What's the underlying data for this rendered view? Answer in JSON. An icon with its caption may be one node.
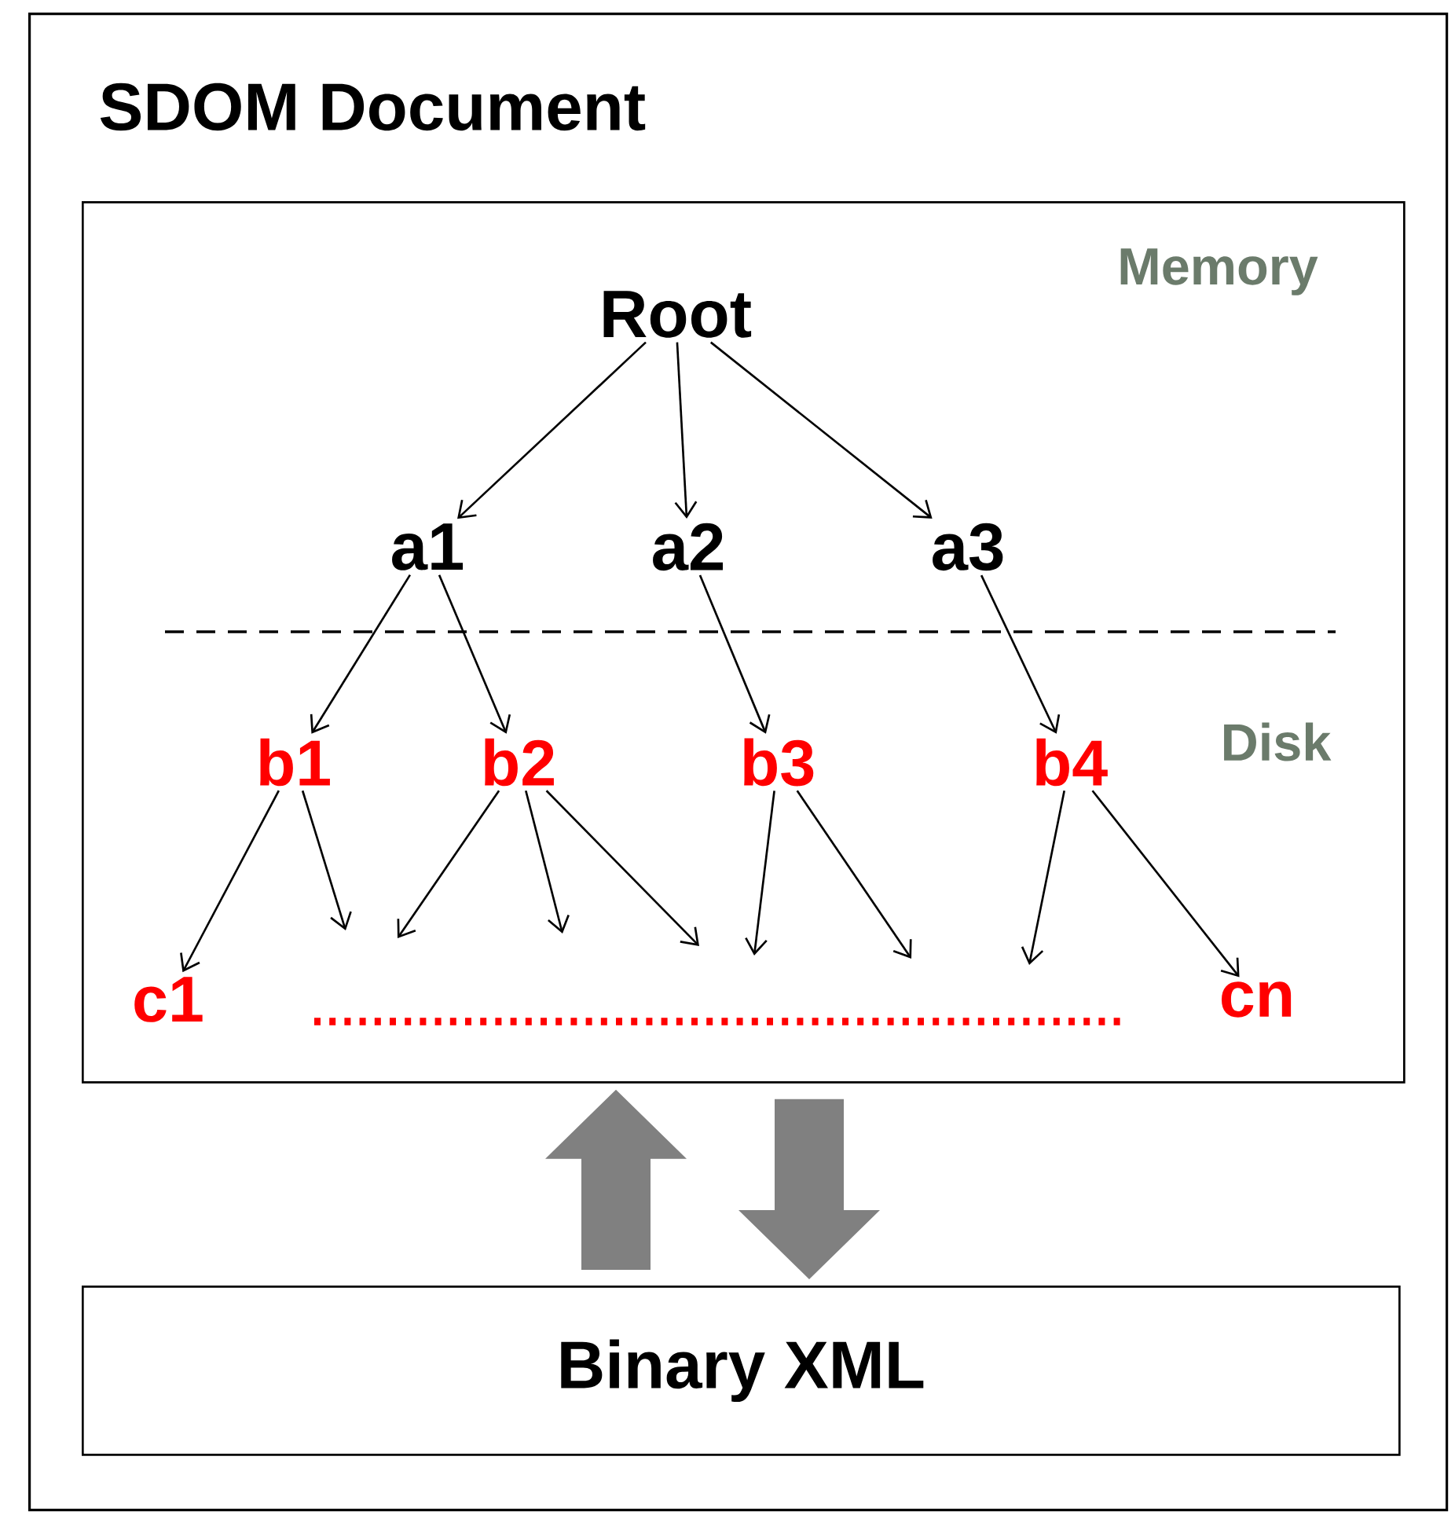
{
  "diagram": {
    "nodes": [
      {
        "text": [
          "SDOM Document"
        ]
      },
      {
        "text": [
          "Memory",
          "Disk"
        ],
        "in": 0
      },
      {
        "text": [
          "Root"
        ],
        "in": 1
      },
      {
        "text": [
          "a1"
        ],
        "in": 1
      },
      {
        "text": [
          "a2"
        ],
        "in": 1
      },
      {
        "text": [
          "a3"
        ],
        "in": 1
      },
      {
        "text": [
          "b1"
        ],
        "in": 1
      },
      {
        "text": [
          "b2"
        ],
        "in": 1
      },
      {
        "text": [
          "b3"
        ],
        "in": 1
      },
      {
        "text": [
          "b4"
        ],
        "in": 1
      },
      {
        "text": [
          "c1"
        ],
        "in": 1
      },
      {
        "text": [
          "cn"
        ],
        "in": 1
      },
      {
        "text": [
          "Binary XML"
        ],
        "in": 0
      }
    ],
    "edges": [
      {
        "from": 2,
        "to": 3,
        "arrow": "to"
      },
      {
        "from": 2,
        "to": 4,
        "arrow": "to"
      },
      {
        "from": 2,
        "to": 5,
        "arrow": "to"
      },
      {
        "from": 3,
        "to": 6,
        "arrow": "to"
      },
      {
        "from": 3,
        "to": 7,
        "arrow": "to"
      },
      {
        "from": 4,
        "to": 8,
        "arrow": "to"
      },
      {
        "from": 5,
        "to": 9,
        "arrow": "to"
      },
      {
        "from": 6,
        "to": 10,
        "arrow": "to"
      },
      {
        "from": 6,
        "to": null,
        "arrow": "to"
      },
      {
        "from": 7,
        "to": null,
        "arrow": "to"
      },
      {
        "from": 7,
        "to": null,
        "arrow": "to"
      },
      {
        "from": 7,
        "to": null,
        "arrow": "to"
      },
      {
        "from": 8,
        "to": null,
        "arrow": "to"
      },
      {
        "from": 8,
        "to": null,
        "arrow": "to"
      },
      {
        "from": 9,
        "to": null,
        "arrow": "to"
      },
      {
        "from": 9,
        "to": 11,
        "arrow": "to"
      },
      {
        "from": 12,
        "to": 1,
        "arrow": "to",
        "style": "thick",
        "color": "#808080"
      },
      {
        "from": 1,
        "to": 12,
        "arrow": "to",
        "style": "thick",
        "color": "#808080"
      }
    ]
  }
}
